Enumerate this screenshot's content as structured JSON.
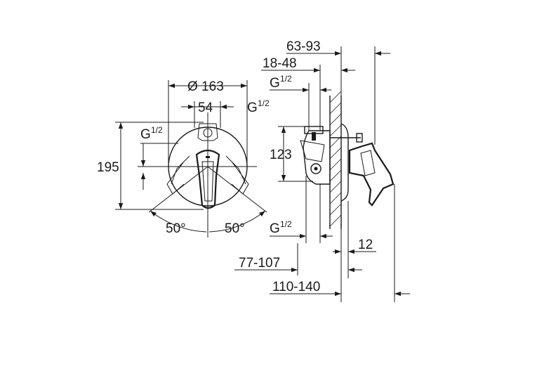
{
  "front_view": {
    "diameter": "Ø 163",
    "center_spacing": "54",
    "thread_right_main": "G",
    "thread_right_frac": "1/2",
    "thread_left_main": "G",
    "thread_left_frac": "1/2",
    "height": "195",
    "angle_left": "50°",
    "angle_right": "50°"
  },
  "side_view": {
    "depth_total": "63-93",
    "depth_wall": "18-48",
    "thread_top_main": "G",
    "thread_top_frac": "1/2",
    "height_inlet": "123",
    "thread_bottom_main": "G",
    "thread_bottom_frac": "1/2",
    "plate_thickness": "12",
    "depth_body": "77-107",
    "depth_overall": "110-140"
  }
}
